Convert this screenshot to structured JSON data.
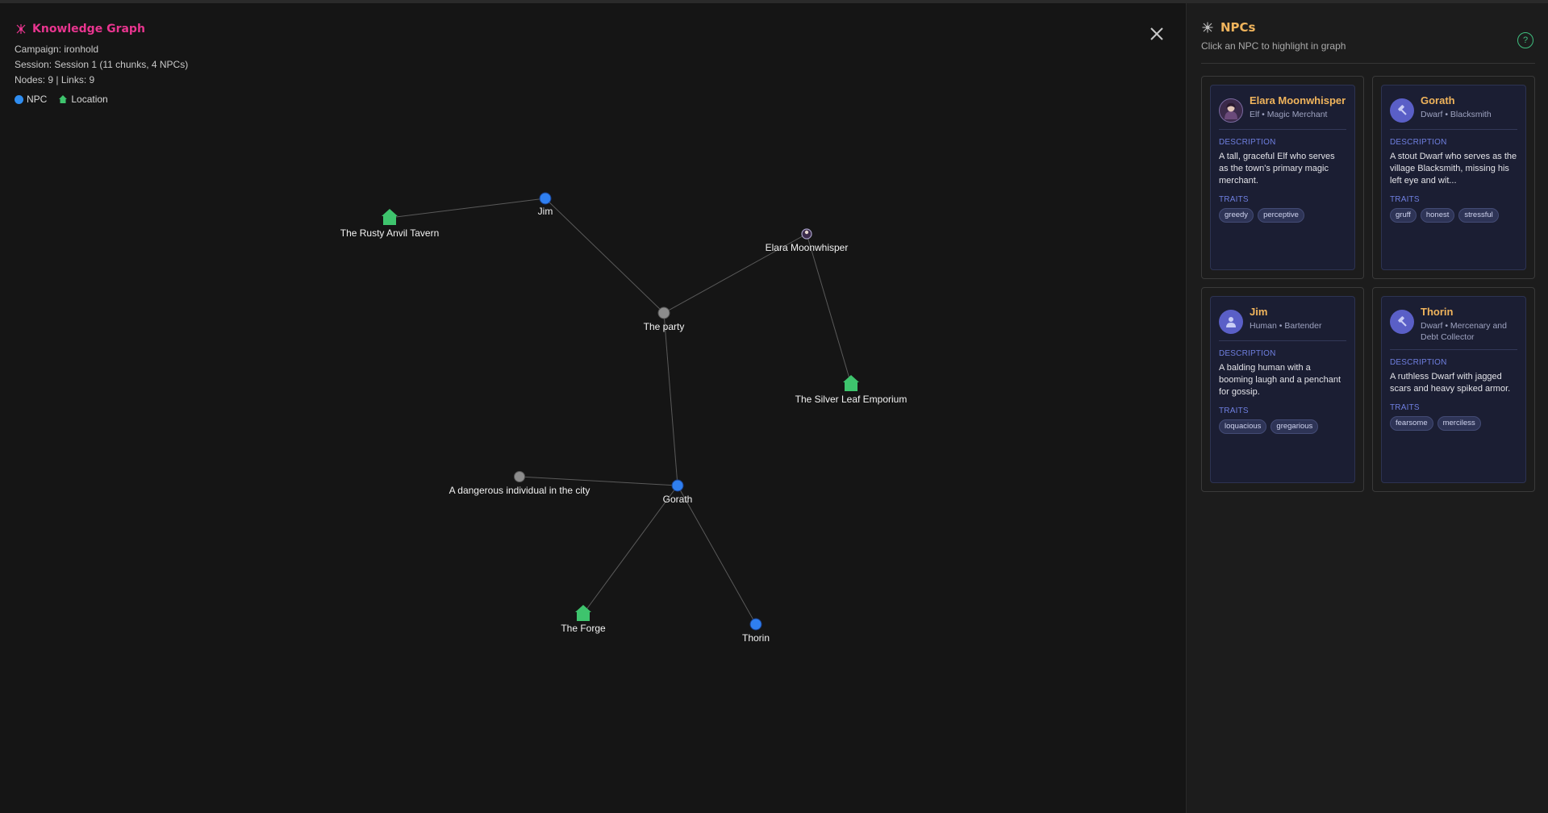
{
  "graph_panel": {
    "title": "Knowledge Graph",
    "campaign": "Campaign: ironhold",
    "session": "Session: Session 1 (11 chunks, 4 NPCs)",
    "counts": "Nodes: 9 | Links: 9",
    "legend": {
      "npc": "NPC",
      "location": "Location"
    },
    "colors": {
      "title": "#e8358f",
      "npc": "#2f8df0",
      "location": "#3ec46d",
      "other": "#8c8c8c",
      "link": "#5a5a5a"
    }
  },
  "graph": {
    "nodes": [
      {
        "id": "jim",
        "label": "Jim",
        "type": "npc"
      },
      {
        "id": "rusty",
        "label": "The Rusty Anvil Tavern",
        "type": "location"
      },
      {
        "id": "elara",
        "label": "Elara Moonwhisper",
        "type": "npc-avatar"
      },
      {
        "id": "party",
        "label": "The party",
        "type": "other"
      },
      {
        "id": "silver",
        "label": "The Silver Leaf Emporium",
        "type": "location"
      },
      {
        "id": "danger",
        "label": "A dangerous individual in the city",
        "type": "other"
      },
      {
        "id": "gorath",
        "label": "Gorath",
        "type": "npc"
      },
      {
        "id": "forge",
        "label": "The Forge",
        "type": "location"
      },
      {
        "id": "thorin",
        "label": "Thorin",
        "type": "npc"
      }
    ],
    "links": [
      [
        "rusty",
        "jim"
      ],
      [
        "jim",
        "party"
      ],
      [
        "party",
        "elara"
      ],
      [
        "elara",
        "silver"
      ],
      [
        "party",
        "gorath"
      ],
      [
        "danger",
        "gorath"
      ],
      [
        "gorath",
        "forge"
      ],
      [
        "gorath",
        "thorin"
      ]
    ]
  },
  "sidebar": {
    "title": "NPCs",
    "subtitle": "Click an NPC to highlight in graph",
    "help": "?",
    "description_label": "DESCRIPTION",
    "traits_label": "TRAITS",
    "npcs": [
      {
        "name": "Elara Moonwhisper",
        "sub": "Elf • Magic Merchant",
        "description": "A tall, graceful Elf who serves as the town's primary magic merchant.",
        "traits": [
          "greedy",
          "perceptive"
        ],
        "avatar": "elf-portrait-icon"
      },
      {
        "name": "Gorath",
        "sub": "Dwarf • Blacksmith",
        "description": "A stout Dwarf who serves as the village Blacksmith, missing his left eye and wit...",
        "traits": [
          "gruff",
          "honest",
          "stressful"
        ],
        "avatar": "hammer-icon"
      },
      {
        "name": "Jim",
        "sub": "Human • Bartender",
        "description": "A balding human with a booming laugh and a penchant for gossip.",
        "traits": [
          "loquacious",
          "gregarious"
        ],
        "avatar": "person-icon"
      },
      {
        "name": "Thorin",
        "sub": "Dwarf • Mercenary and Debt Collector",
        "description": "A ruthless Dwarf with jagged scars and heavy spiked armor.",
        "traits": [
          "fearsome",
          "merciless"
        ],
        "avatar": "hammer-icon"
      }
    ]
  }
}
